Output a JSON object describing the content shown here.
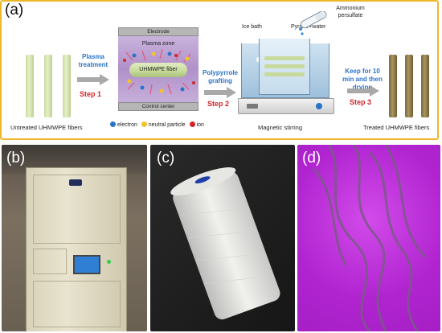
{
  "panel_a": {
    "label": "(a)",
    "untreated_caption": "Untreated UHMWPE fibers",
    "treated_caption": "Treated UHMWPE fibers",
    "step1": {
      "title": "Plasma treatment",
      "step": "Step 1"
    },
    "step2": {
      "title": "Polypyrrole grafting",
      "step": "Step 2"
    },
    "step3": {
      "title": "Keep for 10 min and then drying",
      "step": "Step 3"
    },
    "plasma_box": {
      "top_bar": "Electrode",
      "zone": "Plasma zone",
      "fiber": "UHMWPE fiber",
      "bottom_bar": "Control center"
    },
    "legend": {
      "electron": "electron",
      "neutral": "neutral particle",
      "ion": "ion"
    },
    "beaker": {
      "ice_bath": "Ice bath",
      "pyrrole": "Pyrrole+water",
      "ammonium": "Ammonium persulfate",
      "stirring": "Magnetic stirring"
    },
    "colors": {
      "border": "#f0b62a",
      "blue_text": "#2a74c9",
      "red_text": "#d0262a",
      "plasma": "#b394cc"
    }
  },
  "panel_b": {
    "label": "(b)"
  },
  "panel_c": {
    "label": "(c)"
  },
  "panel_d": {
    "label": "(d)"
  }
}
